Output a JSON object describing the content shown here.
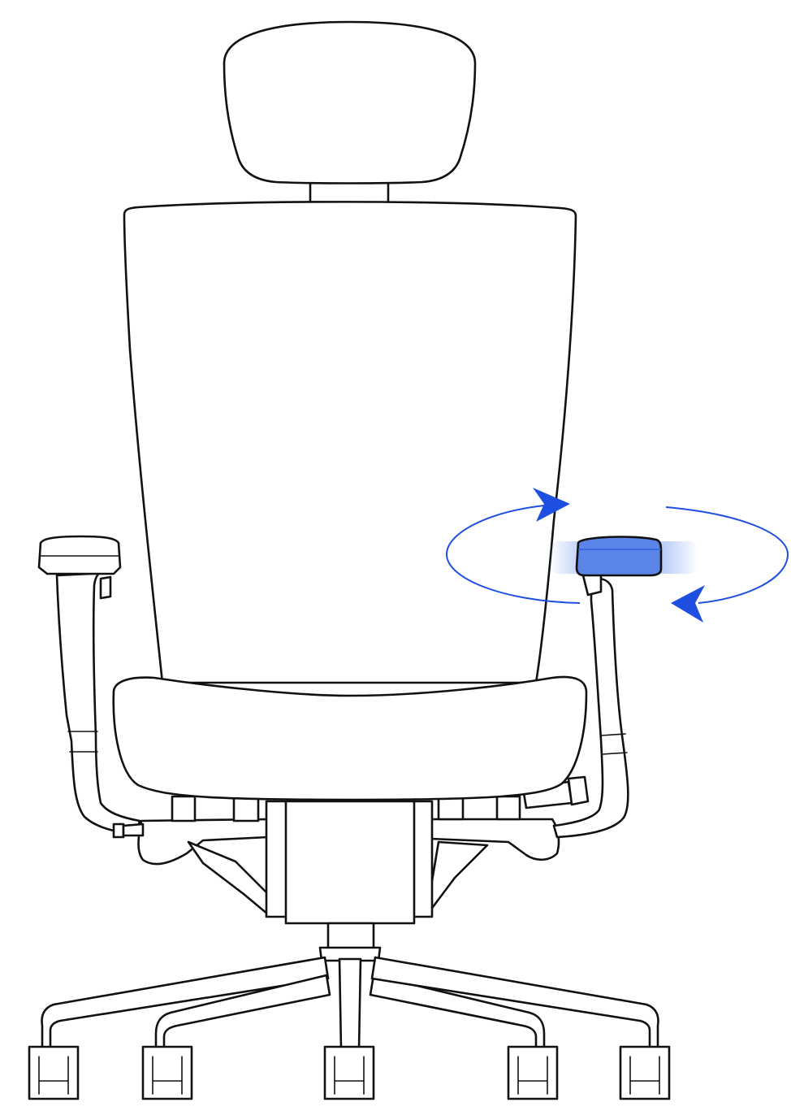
{
  "diagram": {
    "subject": "office-chair-armrest-pivot",
    "colors": {
      "background": "#ffffff",
      "outline": "#111111",
      "fill": "#ffffff",
      "highlight": "#5b84e8",
      "highlight_dark": "#2e5fd6",
      "arrow": "#1f4fe0",
      "motion_glow": "#a9c0f6"
    },
    "highlighted_part": "right-armrest-pad",
    "motion_indicator": "rotation-arrows-both-directions",
    "icons": [
      "rotate-forward-arrow-icon",
      "rotate-back-arrow-icon"
    ]
  }
}
